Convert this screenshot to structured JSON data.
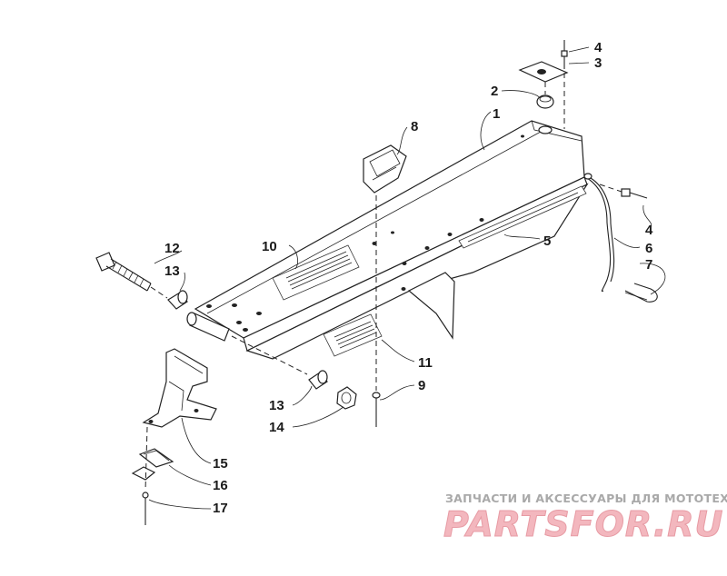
{
  "diagram": {
    "callouts": [
      {
        "id": "c1",
        "label": "1"
      },
      {
        "id": "c2",
        "label": "2"
      },
      {
        "id": "c3",
        "label": "3"
      },
      {
        "id": "c4a",
        "label": "4"
      },
      {
        "id": "c4b",
        "label": "4"
      },
      {
        "id": "c5",
        "label": "5"
      },
      {
        "id": "c6",
        "label": "6"
      },
      {
        "id": "c7",
        "label": "7"
      },
      {
        "id": "c8",
        "label": "8"
      },
      {
        "id": "c9",
        "label": "9"
      },
      {
        "id": "c10",
        "label": "10"
      },
      {
        "id": "c11",
        "label": "11"
      },
      {
        "id": "c12",
        "label": "12"
      },
      {
        "id": "c13a",
        "label": "13"
      },
      {
        "id": "c13b",
        "label": "13"
      },
      {
        "id": "c14",
        "label": "14"
      },
      {
        "id": "c15",
        "label": "15"
      },
      {
        "id": "c16",
        "label": "16"
      },
      {
        "id": "c17",
        "label": "17"
      }
    ]
  },
  "watermark": {
    "subtitle": "ЗАПЧАСТИ И АКСЕССУАРЫ ДЛЯ МОТОТЕХНИКИ",
    "brand": "PARTSFOR.RU",
    "brand_color": "#f3b7be"
  }
}
